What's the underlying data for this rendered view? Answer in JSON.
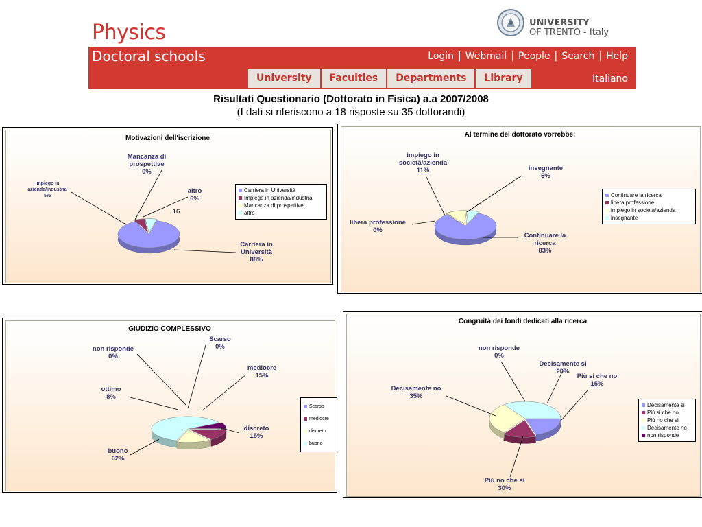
{
  "header": {
    "title": "Physics",
    "subtitle": "Doctoral schools",
    "university_line1": "UNIVERSITY",
    "university_line2": "OF TRENTO - Italy",
    "links": [
      "Login",
      "Webmail",
      "People",
      "Search",
      "Help"
    ],
    "tabs": [
      "University",
      "Faculties",
      "Departments",
      "Library"
    ],
    "language": "Italiano"
  },
  "page": {
    "title": "Risultati Questionario (Dottorato in Fisica) a.a 2007/2008",
    "subtitle": "(I dati si riferiscono a 18 risposte su 35 dottorandi)"
  },
  "chart_data": [
    {
      "type": "pie",
      "title": "Motivazioni dell'iscrizione",
      "categories": [
        "Carriera in Università",
        "Impiego in azienda/industria",
        "Mancanza di prospettive",
        "altro"
      ],
      "values": [
        88,
        5,
        0,
        6
      ],
      "colors": [
        "#9999ff",
        "#993366",
        "#ffffcc",
        "#ccffff"
      ],
      "labels": [
        "Carriera in\nUniversità\n88%",
        "Impiego in\nazienda/industria\n5%",
        "Mancanza di\nprospettive\n0%",
        "altro\n6%"
      ],
      "annotation": "16",
      "legend": "right"
    },
    {
      "type": "pie",
      "title": "Al termine del dottorato vorrebbe:",
      "categories": [
        "Continuare la ricerca",
        "libera professione",
        "impiego in società/azienda",
        "insegnante"
      ],
      "values": [
        83,
        0,
        11,
        6
      ],
      "colors": [
        "#9999ff",
        "#993366",
        "#ffffcc",
        "#ccffff"
      ],
      "labels": [
        "Continuare la\nricerca\n83%",
        "libera professione\n0%",
        "impiego in\nsocietà/azienda\n11%",
        "insegnante\n6%"
      ],
      "legend": "right"
    },
    {
      "type": "pie",
      "title": "GIUDIZIO COMPLESSIVO",
      "categories": [
        "Scarso",
        "mediocre",
        "discreto",
        "buono",
        "ottimo",
        "non risponde"
      ],
      "legend_categories": [
        "Scarso",
        "mediocre",
        "discreto",
        "buono"
      ],
      "values": [
        0,
        15,
        15,
        62,
        8,
        0
      ],
      "colors": [
        "#9999ff",
        "#993366",
        "#ffffcc",
        "#ccffff",
        "#660066",
        "#ff8080"
      ],
      "labels": [
        "Scarso\n0%",
        "mediocre\n15%",
        "discreto\n15%",
        "buono\n62%",
        "ottimo\n8%",
        "non risponde\n0%"
      ],
      "legend": "right"
    },
    {
      "type": "pie",
      "title": "Congruità dei fondi dedicati alla ricerca",
      "categories": [
        "Decisamente si",
        "Più si che no",
        "Più no che si",
        "Decisamente no",
        "non risponde"
      ],
      "values": [
        20,
        15,
        30,
        35,
        0
      ],
      "colors": [
        "#9999ff",
        "#993366",
        "#ffffcc",
        "#ccffff",
        "#660066"
      ],
      "labels": [
        "Decisamente si\n20%",
        "Più si che no\n15%",
        "Più no che si\n30%",
        "Decisamente no\n35%",
        "non risponde\n0%"
      ],
      "legend": "right"
    }
  ]
}
